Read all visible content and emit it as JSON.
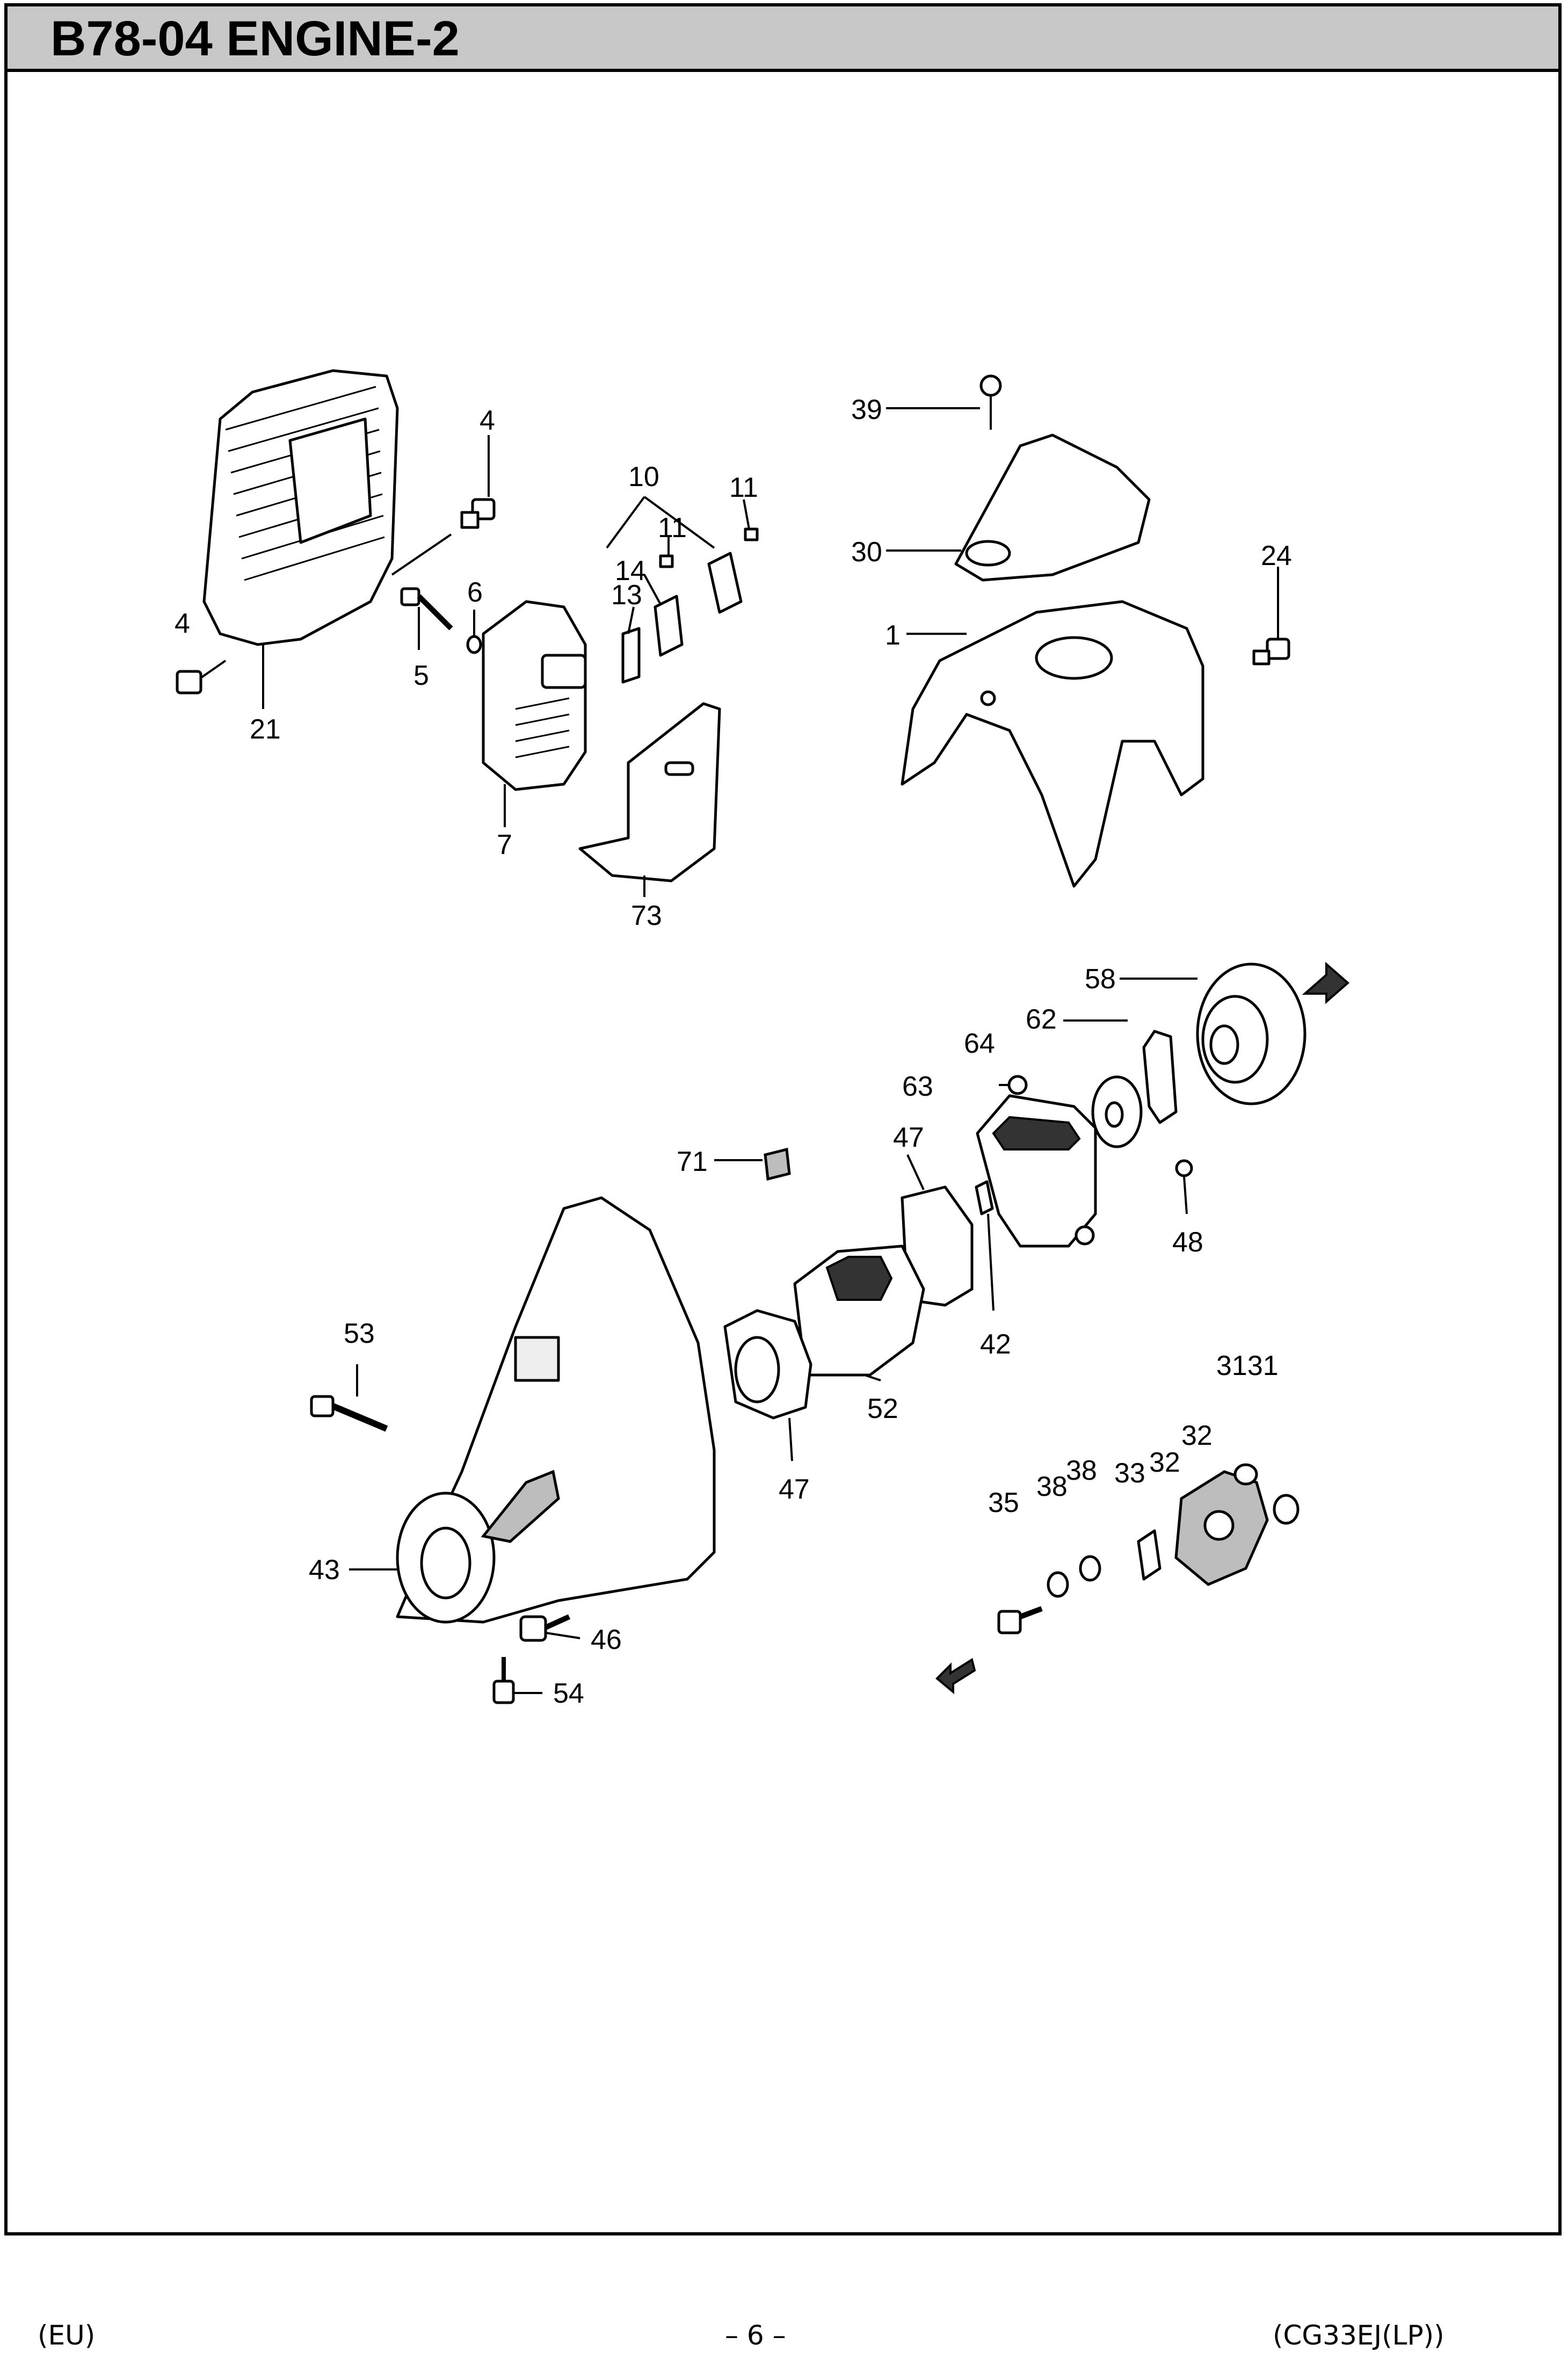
{
  "header": {
    "title": "B78-04 ENGINE-2"
  },
  "footer": {
    "left": "(EU)",
    "center": "– 6 –",
    "right": "(CG33EJ(LP))"
  },
  "callouts": {
    "c4a": "4",
    "c4b": "4",
    "c21": "21",
    "c5": "5",
    "c6": "6",
    "c7": "7",
    "c10": "10",
    "c11a": "11",
    "c11b": "11",
    "c14": "14",
    "c13": "13",
    "c73": "73",
    "c39": "39",
    "c30": "30",
    "c1": "1",
    "c24": "24",
    "c58": "58",
    "c62": "62",
    "c64": "64",
    "c63": "63",
    "c47a": "47",
    "c71": "71",
    "c48": "48",
    "c42": "42",
    "c53": "53",
    "c52": "52",
    "c47b": "47",
    "c3131": "3131",
    "c32a": "32",
    "c32b": "32",
    "c33": "33",
    "c38a": "38",
    "c38b": "38",
    "c35": "35",
    "c43": "43",
    "c46": "46",
    "c54": "54"
  }
}
